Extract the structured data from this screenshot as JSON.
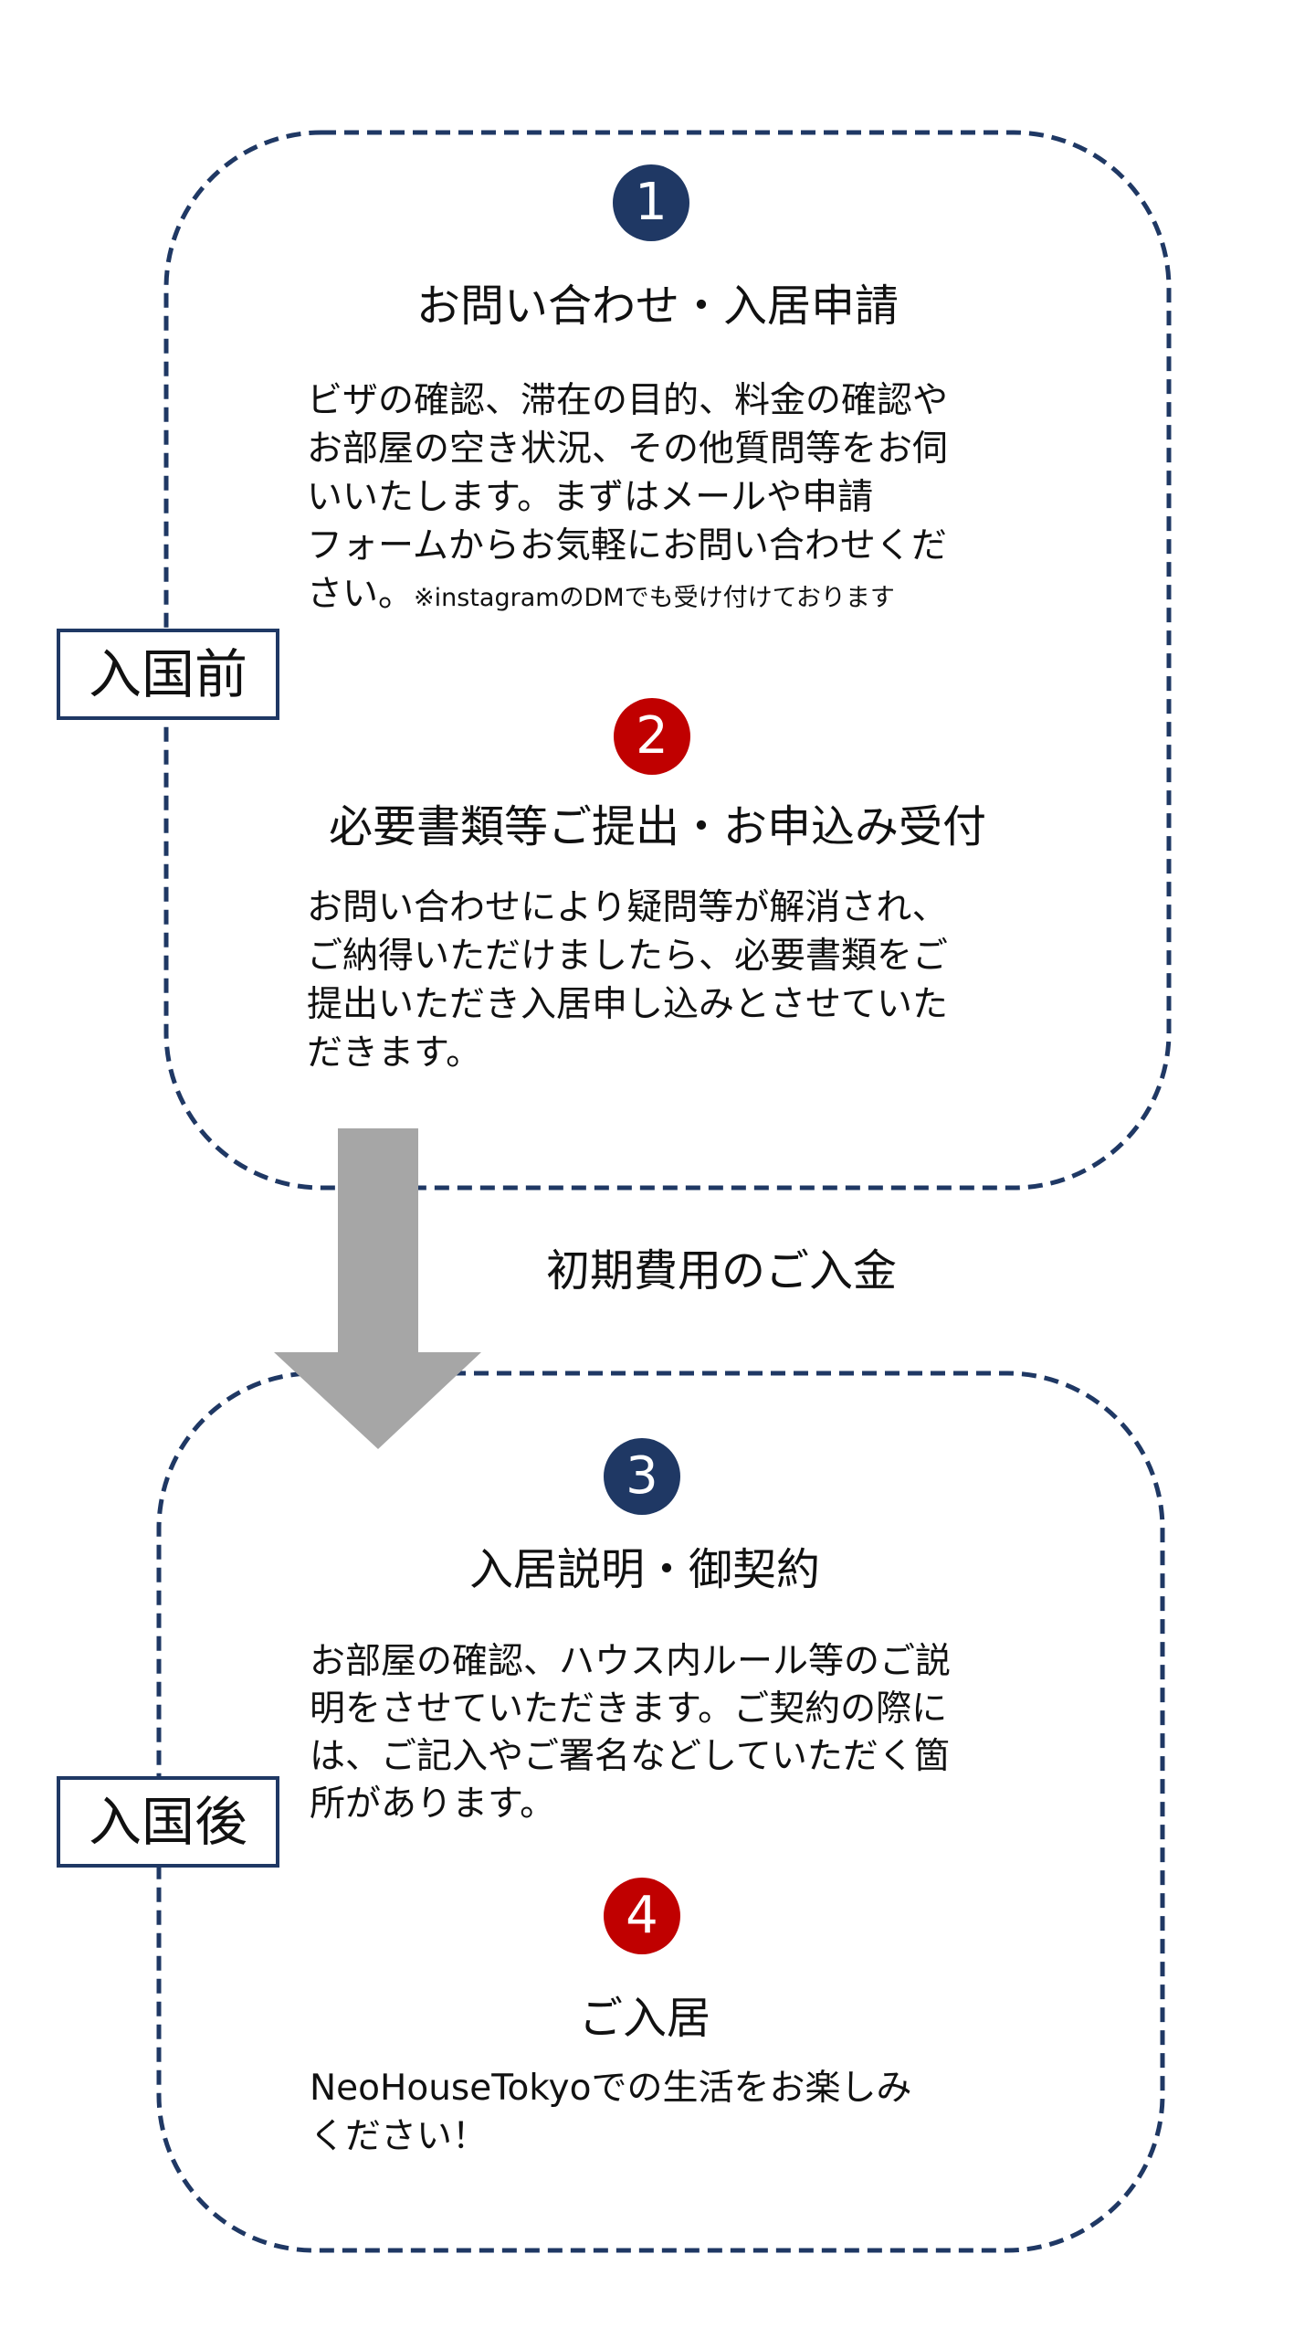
{
  "colors": {
    "navy": "#1f3864",
    "red": "#c00000",
    "arrow": "#a6a6a6"
  },
  "phases": [
    {
      "label": "入国前"
    },
    {
      "label": "入国後"
    }
  ],
  "steps": [
    {
      "number": "1",
      "title": "お問い合わせ・入居申請",
      "body": "ビザの確認、滞在の目的、料金の確認や\nお部屋の空き状況、その他質問等をお伺\nいいたします。まずはメールや申請\nフォームからお気軽にお問い合わせくだ\nさい。",
      "note": "※instagramのDMでも受け付けております"
    },
    {
      "number": "2",
      "title": "必要書類等ご提出・お申込み受付",
      "body": "お問い合わせにより疑問等が解消され、\nご納得いただけましたら、必要書類をご\n提出いただき入居申し込みとさせていた\nだきます。"
    },
    {
      "number": "3",
      "title": "入居説明・御契約",
      "body": "お部屋の確認、ハウス内ルール等のご説\n明をさせていただきます。ご契約の際に\nは、ご記入やご署名などしていただく箇\n所があります。"
    },
    {
      "number": "4",
      "title": "ご入居",
      "body": "NeoHouseTokyoでの生活をお楽しみ\nください！"
    }
  ],
  "transition": {
    "label": "初期費用のご入金"
  }
}
